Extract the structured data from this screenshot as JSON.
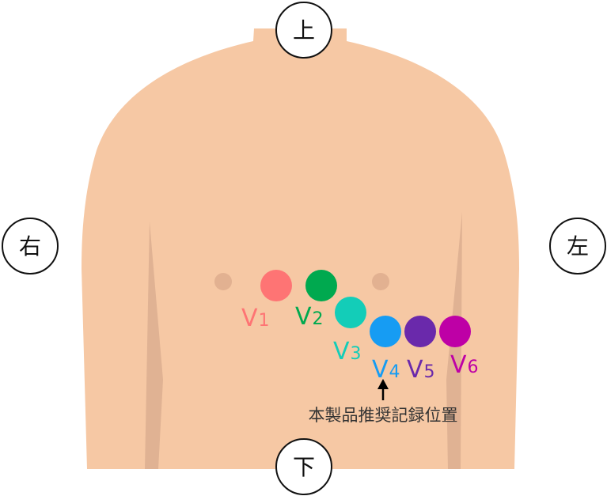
{
  "directions": {
    "top": "上",
    "right_side": "右",
    "left_side": "左",
    "bottom": "下"
  },
  "colors": {
    "skin": "#f6c8a4",
    "shade": "#e0b293",
    "nipple": "#e2b191"
  },
  "electrodes": [
    {
      "id": "V1",
      "letter": "V",
      "num": "1",
      "color": "#fe7474"
    },
    {
      "id": "V2",
      "letter": "V",
      "num": "2",
      "color": "#00a94f"
    },
    {
      "id": "V3",
      "letter": "V",
      "num": "3",
      "color": "#13cdb8"
    },
    {
      "id": "V4",
      "letter": "V",
      "num": "4",
      "color": "#169cf3"
    },
    {
      "id": "V5",
      "letter": "V",
      "num": "5",
      "color": "#6a29ab"
    },
    {
      "id": "V6",
      "letter": "V",
      "num": "6",
      "color": "#be00a6"
    }
  ],
  "note": "本製品推奨記録位置"
}
